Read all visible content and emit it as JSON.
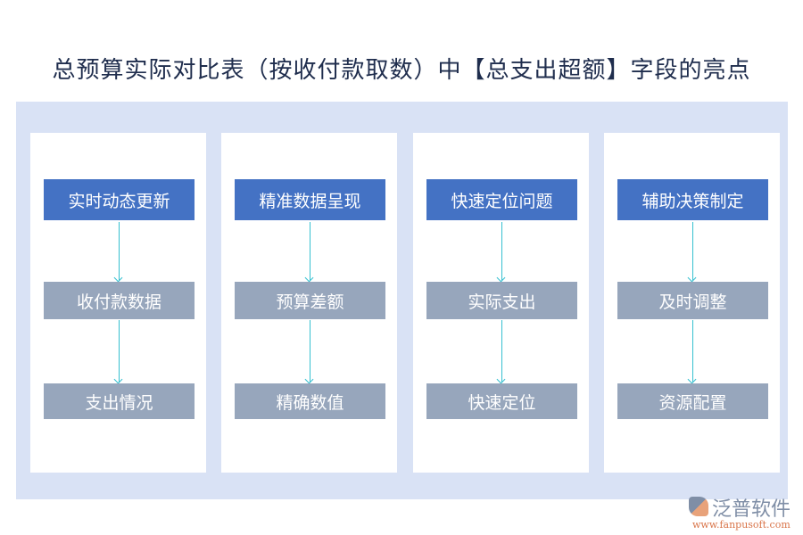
{
  "title": "总预算实际对比表（按收付款取数）中【总支出超额】字段的亮点",
  "columns": [
    {
      "header": "实时动态更新",
      "items": [
        "收付款数据",
        "支出情况"
      ]
    },
    {
      "header": "精准数据呈现",
      "items": [
        "预算差额",
        "精确数值"
      ]
    },
    {
      "header": "快速定位问题",
      "items": [
        "实际支出",
        "快速定位"
      ]
    },
    {
      "header": "辅助决策制定",
      "items": [
        "及时调整",
        "资源配置"
      ]
    }
  ],
  "logo": {
    "name": "泛普软件",
    "url": "www.fanpusoft.com"
  },
  "colors": {
    "header": "#4472c4",
    "item": "#97a6bc",
    "panel": "#d9e2f5",
    "arrow": "#35c0d0"
  }
}
